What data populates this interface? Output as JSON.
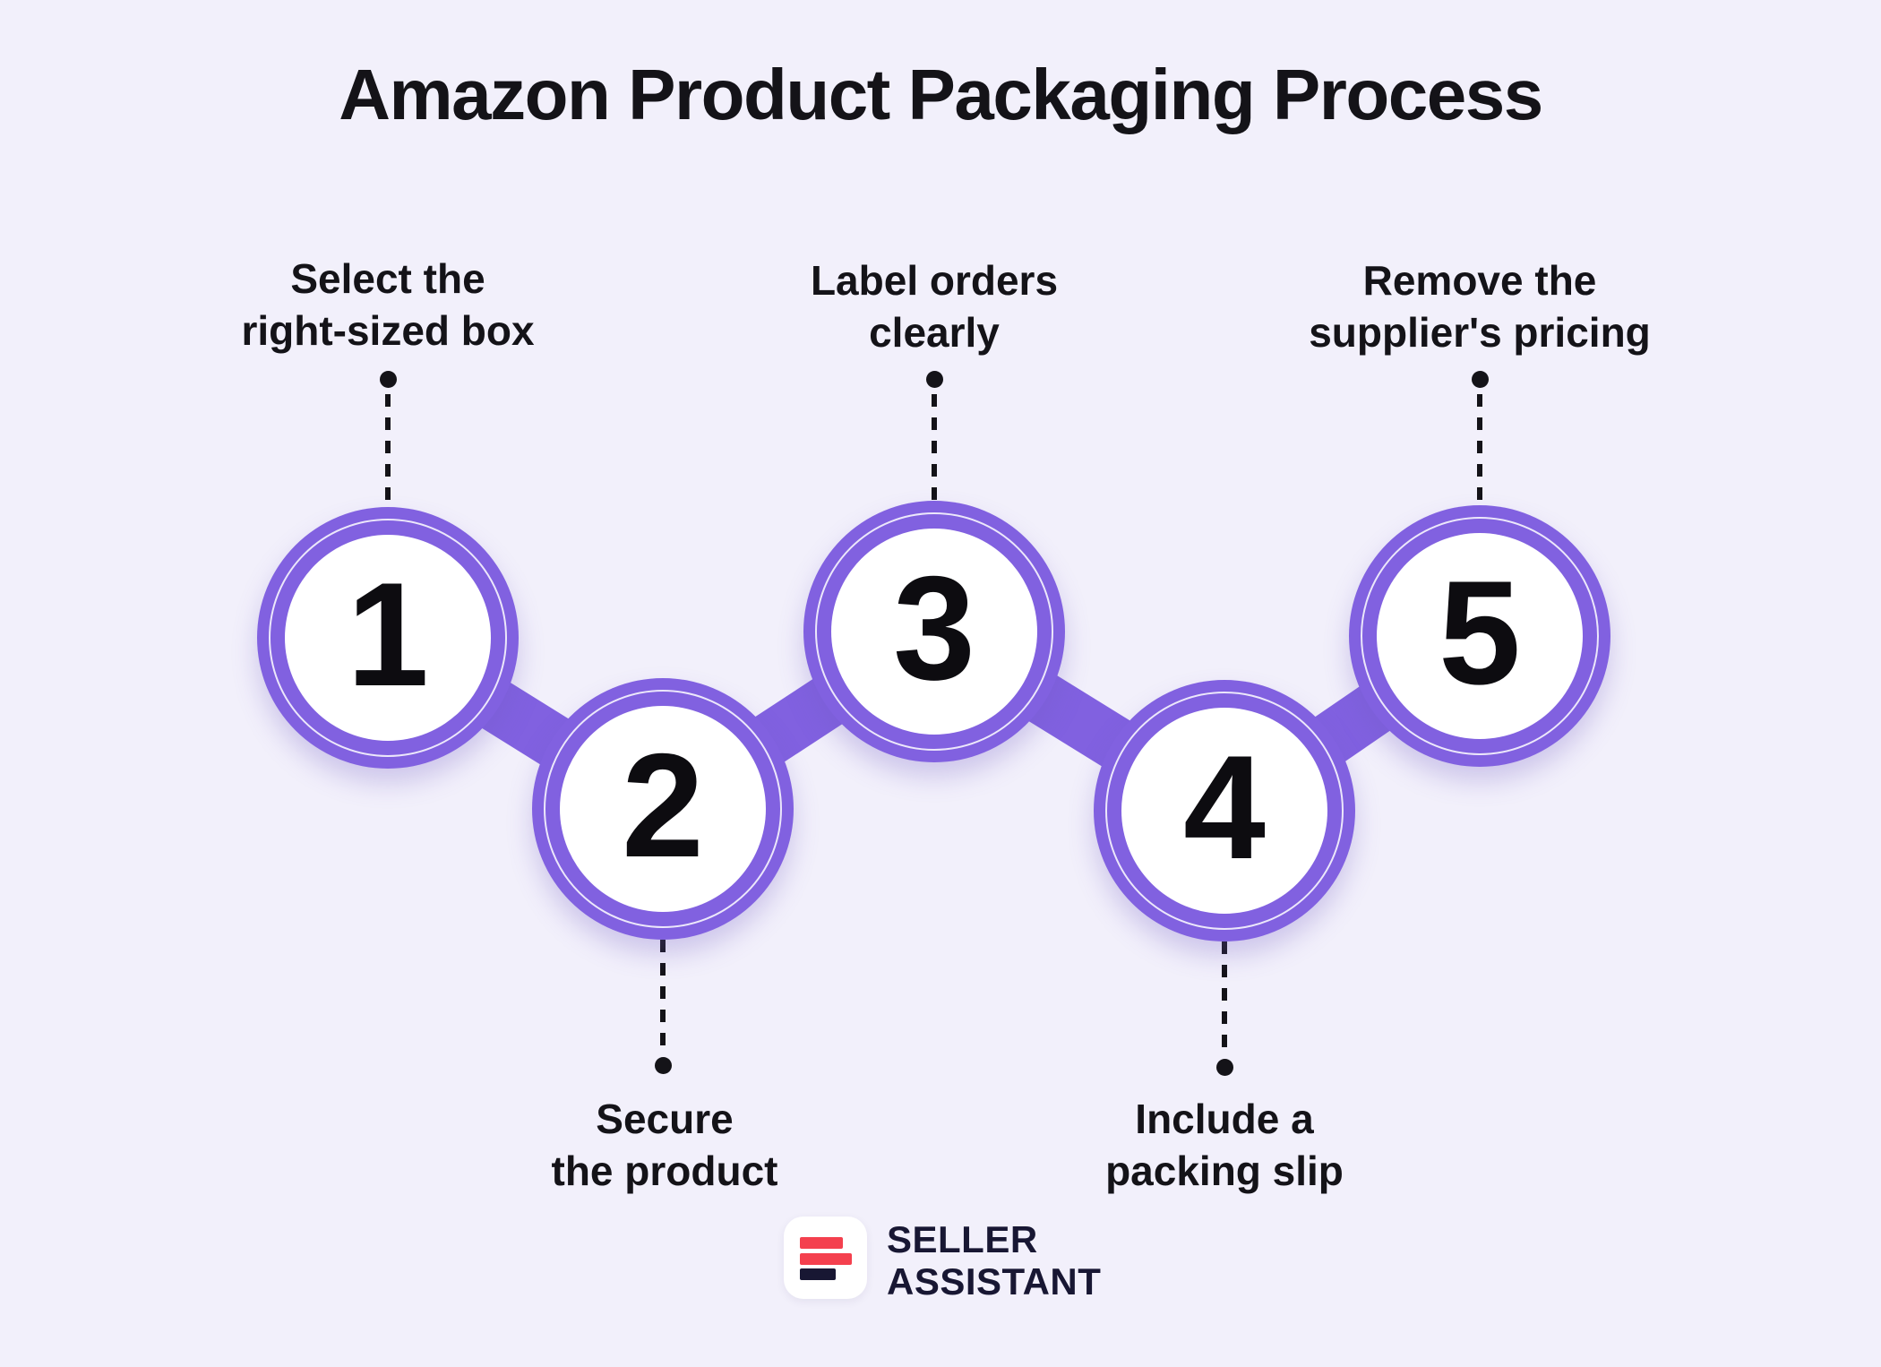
{
  "title": "Amazon Product Packaging Process",
  "steps": [
    {
      "number": "1",
      "label_line1": "Select the",
      "label_line2": "right-sized box",
      "label_position": "above"
    },
    {
      "number": "2",
      "label_line1": "Secure",
      "label_line2": "the product",
      "label_position": "below"
    },
    {
      "number": "3",
      "label_line1": "Label orders",
      "label_line2": "clearly",
      "label_position": "above"
    },
    {
      "number": "4",
      "label_line1": "Include a",
      "label_line2": "packing slip",
      "label_position": "below"
    },
    {
      "number": "5",
      "label_line1": "Remove the",
      "label_line2": "supplier's pricing",
      "label_position": "above"
    }
  ],
  "footer": {
    "brand_line1": "SELLER",
    "brand_line2": "ASSISTANT",
    "logo_icon": "seller-assistant-mark"
  },
  "colors": {
    "background": "#F2F0FB",
    "accent_purple": "#8161E0",
    "text_dark": "#141318",
    "logo_red": "#F4404E",
    "logo_navy": "#181733",
    "circle_fill": "#FFFFFF"
  }
}
